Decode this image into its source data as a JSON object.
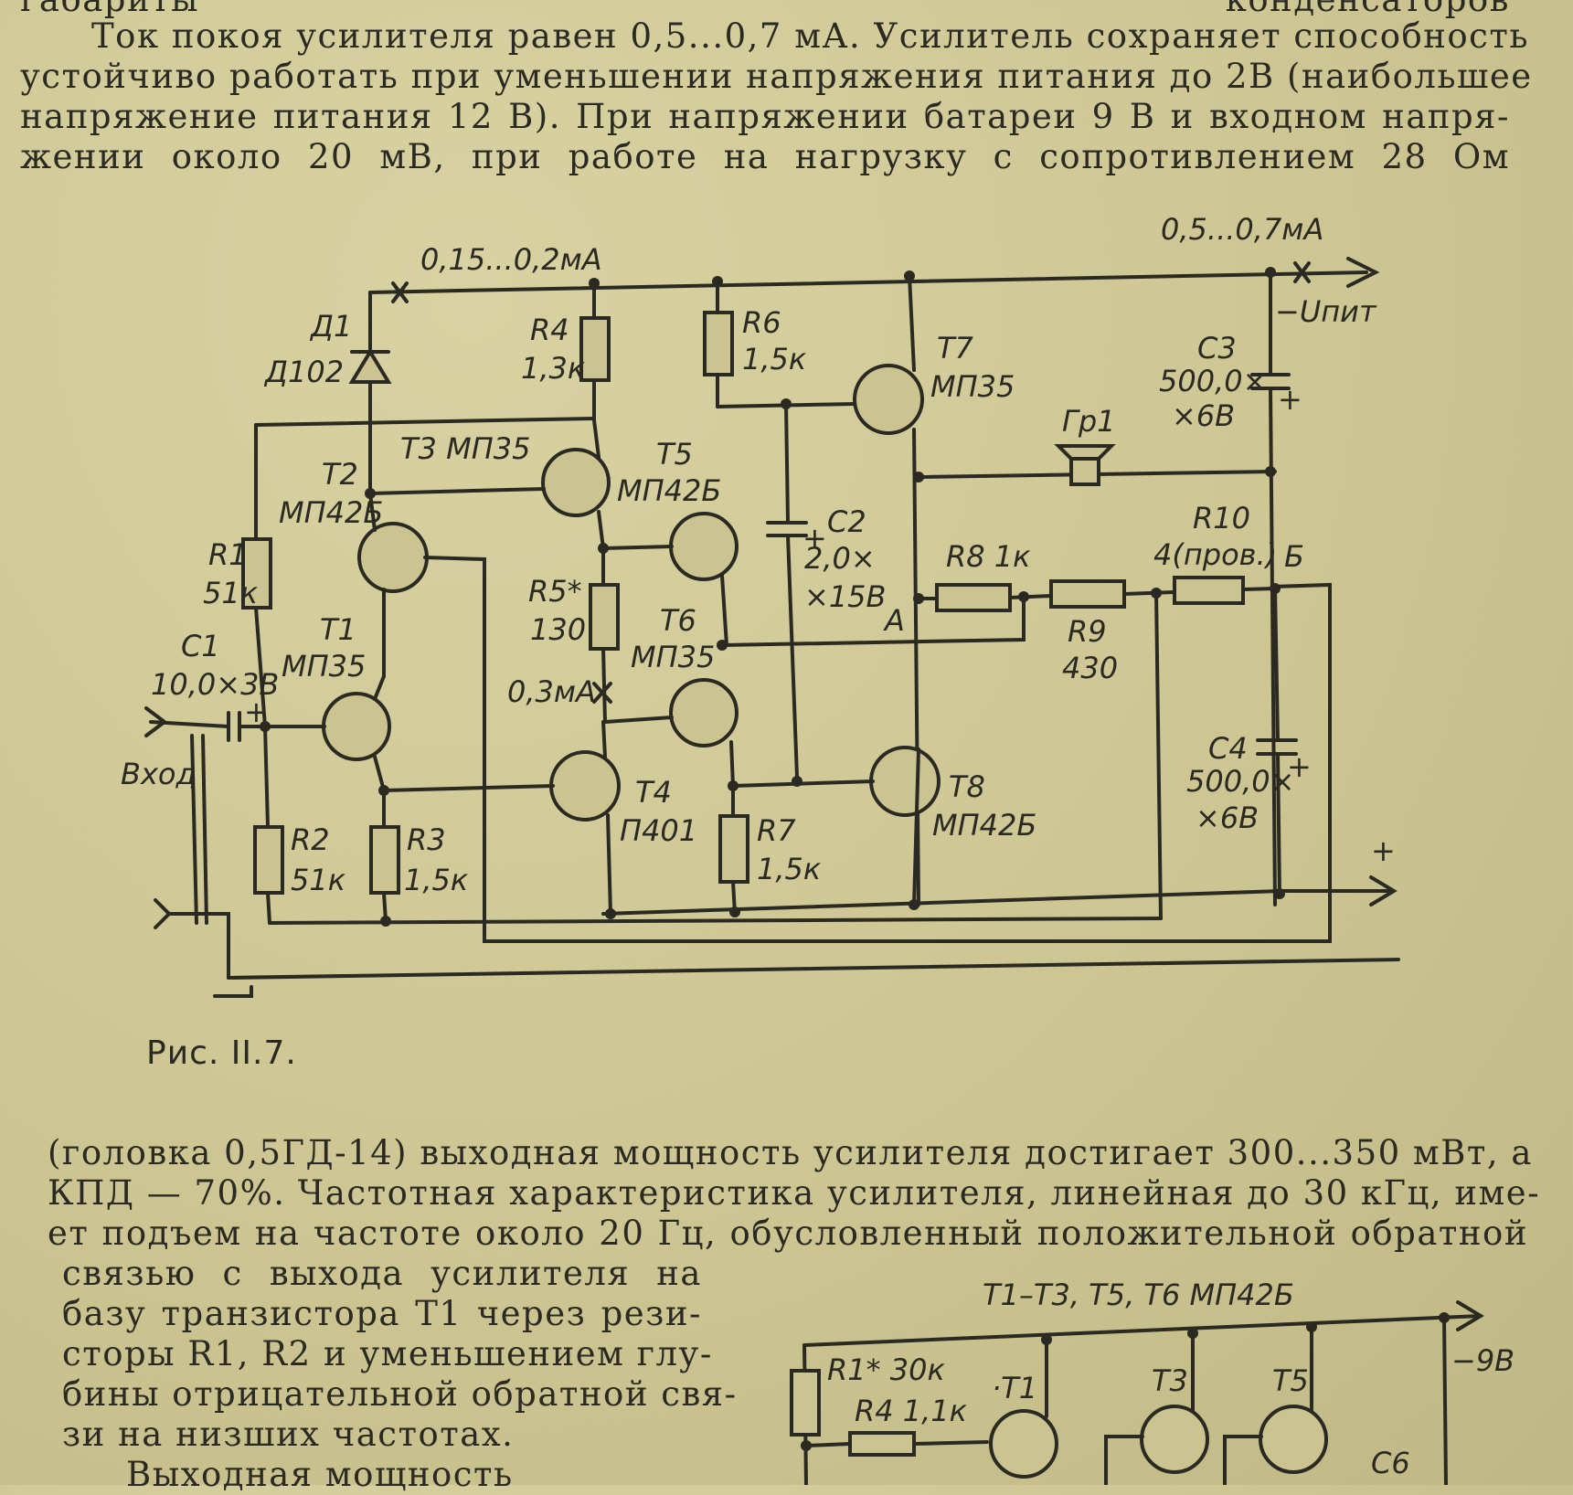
{
  "top_text": [
    "габариты конденсаторов",
    "Ток покоя усилителя равен 0,5...0,7 мА. Усилитель сохраняет способность",
    "устойчиво работать при уменьшении напряжения питания до 2В (наибольшее",
    "напряжение питания 12 В). При напряжении батареи 9 В и входном напря-",
    "жении около 20 мВ, при работе на нагрузку с сопротивлением 28 Ом"
  ],
  "figure": {
    "caption": "Рис. II.7.",
    "labels": {
      "cur_d1": "0,15...0,2мА",
      "cur_supply": "0,5...0,7мА",
      "supply": "−Uпит",
      "d1_name": "Д1",
      "d1_type": "Д102",
      "r4": "R4",
      "r4_val": "1,3к",
      "r6": "R6",
      "r6_val": "1,5к",
      "t7": "T7",
      "t7_type": "МП35",
      "c3": "C3",
      "c3_val1": "500,0×",
      "c3_val2": "×6В",
      "gr1": "Гр1",
      "t3": "T3 МП35",
      "t2": "T2",
      "t2_type": "МП42Б",
      "t5": "T5",
      "t5_type": "МП42Б",
      "c2": "C2",
      "c2_val1": "2,0×",
      "c2_val2": "×15В",
      "r8": "R8 1к",
      "r10": "R10",
      "r10_val": "4(пров.)",
      "b": "Б",
      "r1": "R1",
      "r1_val": "51к",
      "r5": "R5*",
      "r5_val": "130",
      "t6": "T6",
      "t6_type": "МП35",
      "a": "А",
      "r9": "R9",
      "r9_val": "430",
      "c1": "C1",
      "c1_val": "10,0×3В",
      "t1": "T1",
      "t1_type": "МП35",
      "cur_t4": "0,3мА",
      "input": "Вход",
      "t4": "T4",
      "t4_type": "П401",
      "t8": "T8",
      "t8_type": "МП42Б",
      "c4": "C4",
      "c4_val1": "500,0×",
      "c4_val2": "×6В",
      "plus": "+",
      "r2": "R2",
      "r2_val": "51к",
      "r3": "R3",
      "r3_val": "1,5к",
      "r7": "R7",
      "r7_val": "1,5к",
      "cplus": "+"
    }
  },
  "bottom_text": [
    "(головка 0,5ГД-14) выходная мощность усилителя достигает 300...350 мВт, а",
    "КПД — 70%. Частотная характеристика усилителя, линейная до 30 кГц, име-",
    "ет подъем на частоте около 20 Гц, обусловленный положительной обратной"
  ],
  "left_column": [
    "связью с выхода усилителя на",
    "базу транзистора T1 через рези-",
    "сторы R1, R2 и уменьшением глу-",
    "бины отрицательной обратной свя-",
    "зи на низших частотах.",
    "Выходная мощность"
  ],
  "figure2": {
    "title": "T1–T3, T5, T6 МП42Б",
    "supply": "−9В",
    "r1": "R1* 30к",
    "r4": "R4 1,1к",
    "t1": "·T1",
    "t3": "T3",
    "t5": "T5",
    "c6": "C6"
  }
}
